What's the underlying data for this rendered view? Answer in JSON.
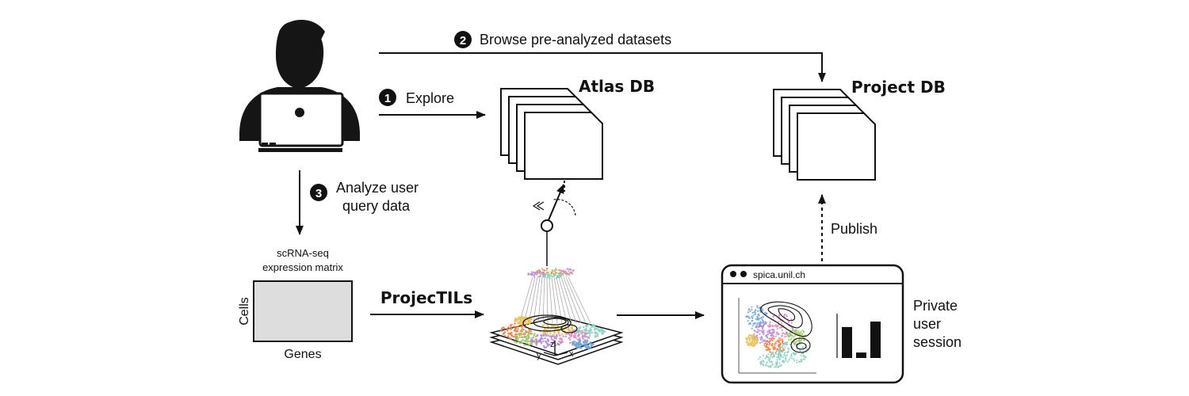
{
  "steps": {
    "explore": {
      "number": "1",
      "label": "Explore"
    },
    "browse": {
      "number": "2",
      "label": "Browse pre-analyzed datasets"
    },
    "analyze": {
      "number": "3",
      "label_line1": "Analyze user",
      "label_line2": "query data"
    }
  },
  "databases": {
    "atlas": "Atlas DB",
    "project": "Project DB"
  },
  "matrix": {
    "title_line1": "scRNA-seq",
    "title_line2": "expression matrix",
    "row_axis": "Cells",
    "col_axis": "Genes"
  },
  "tool": "ProjecTILs",
  "publish": "Publish",
  "browser": {
    "url": "spica.unil.ch",
    "caption_line1": "Private",
    "caption_line2": "user",
    "caption_line3": "session"
  },
  "projection_axes": {
    "x": "x",
    "y": "y",
    "z": "z"
  },
  "mini_bar_chart": {
    "values": [
      0.85,
      0.15,
      1.0
    ]
  },
  "colors": {
    "ink": "#111111",
    "matrix_fill": "#dddddd",
    "cluster_palette": [
      "#e8844a",
      "#9fc46a",
      "#b48ad8",
      "#d98abf",
      "#8ccfc2",
      "#e9c25a",
      "#6fa6d8"
    ]
  },
  "icons": [
    "user-laptop-icon",
    "arrow-icon",
    "rotation-icon"
  ]
}
